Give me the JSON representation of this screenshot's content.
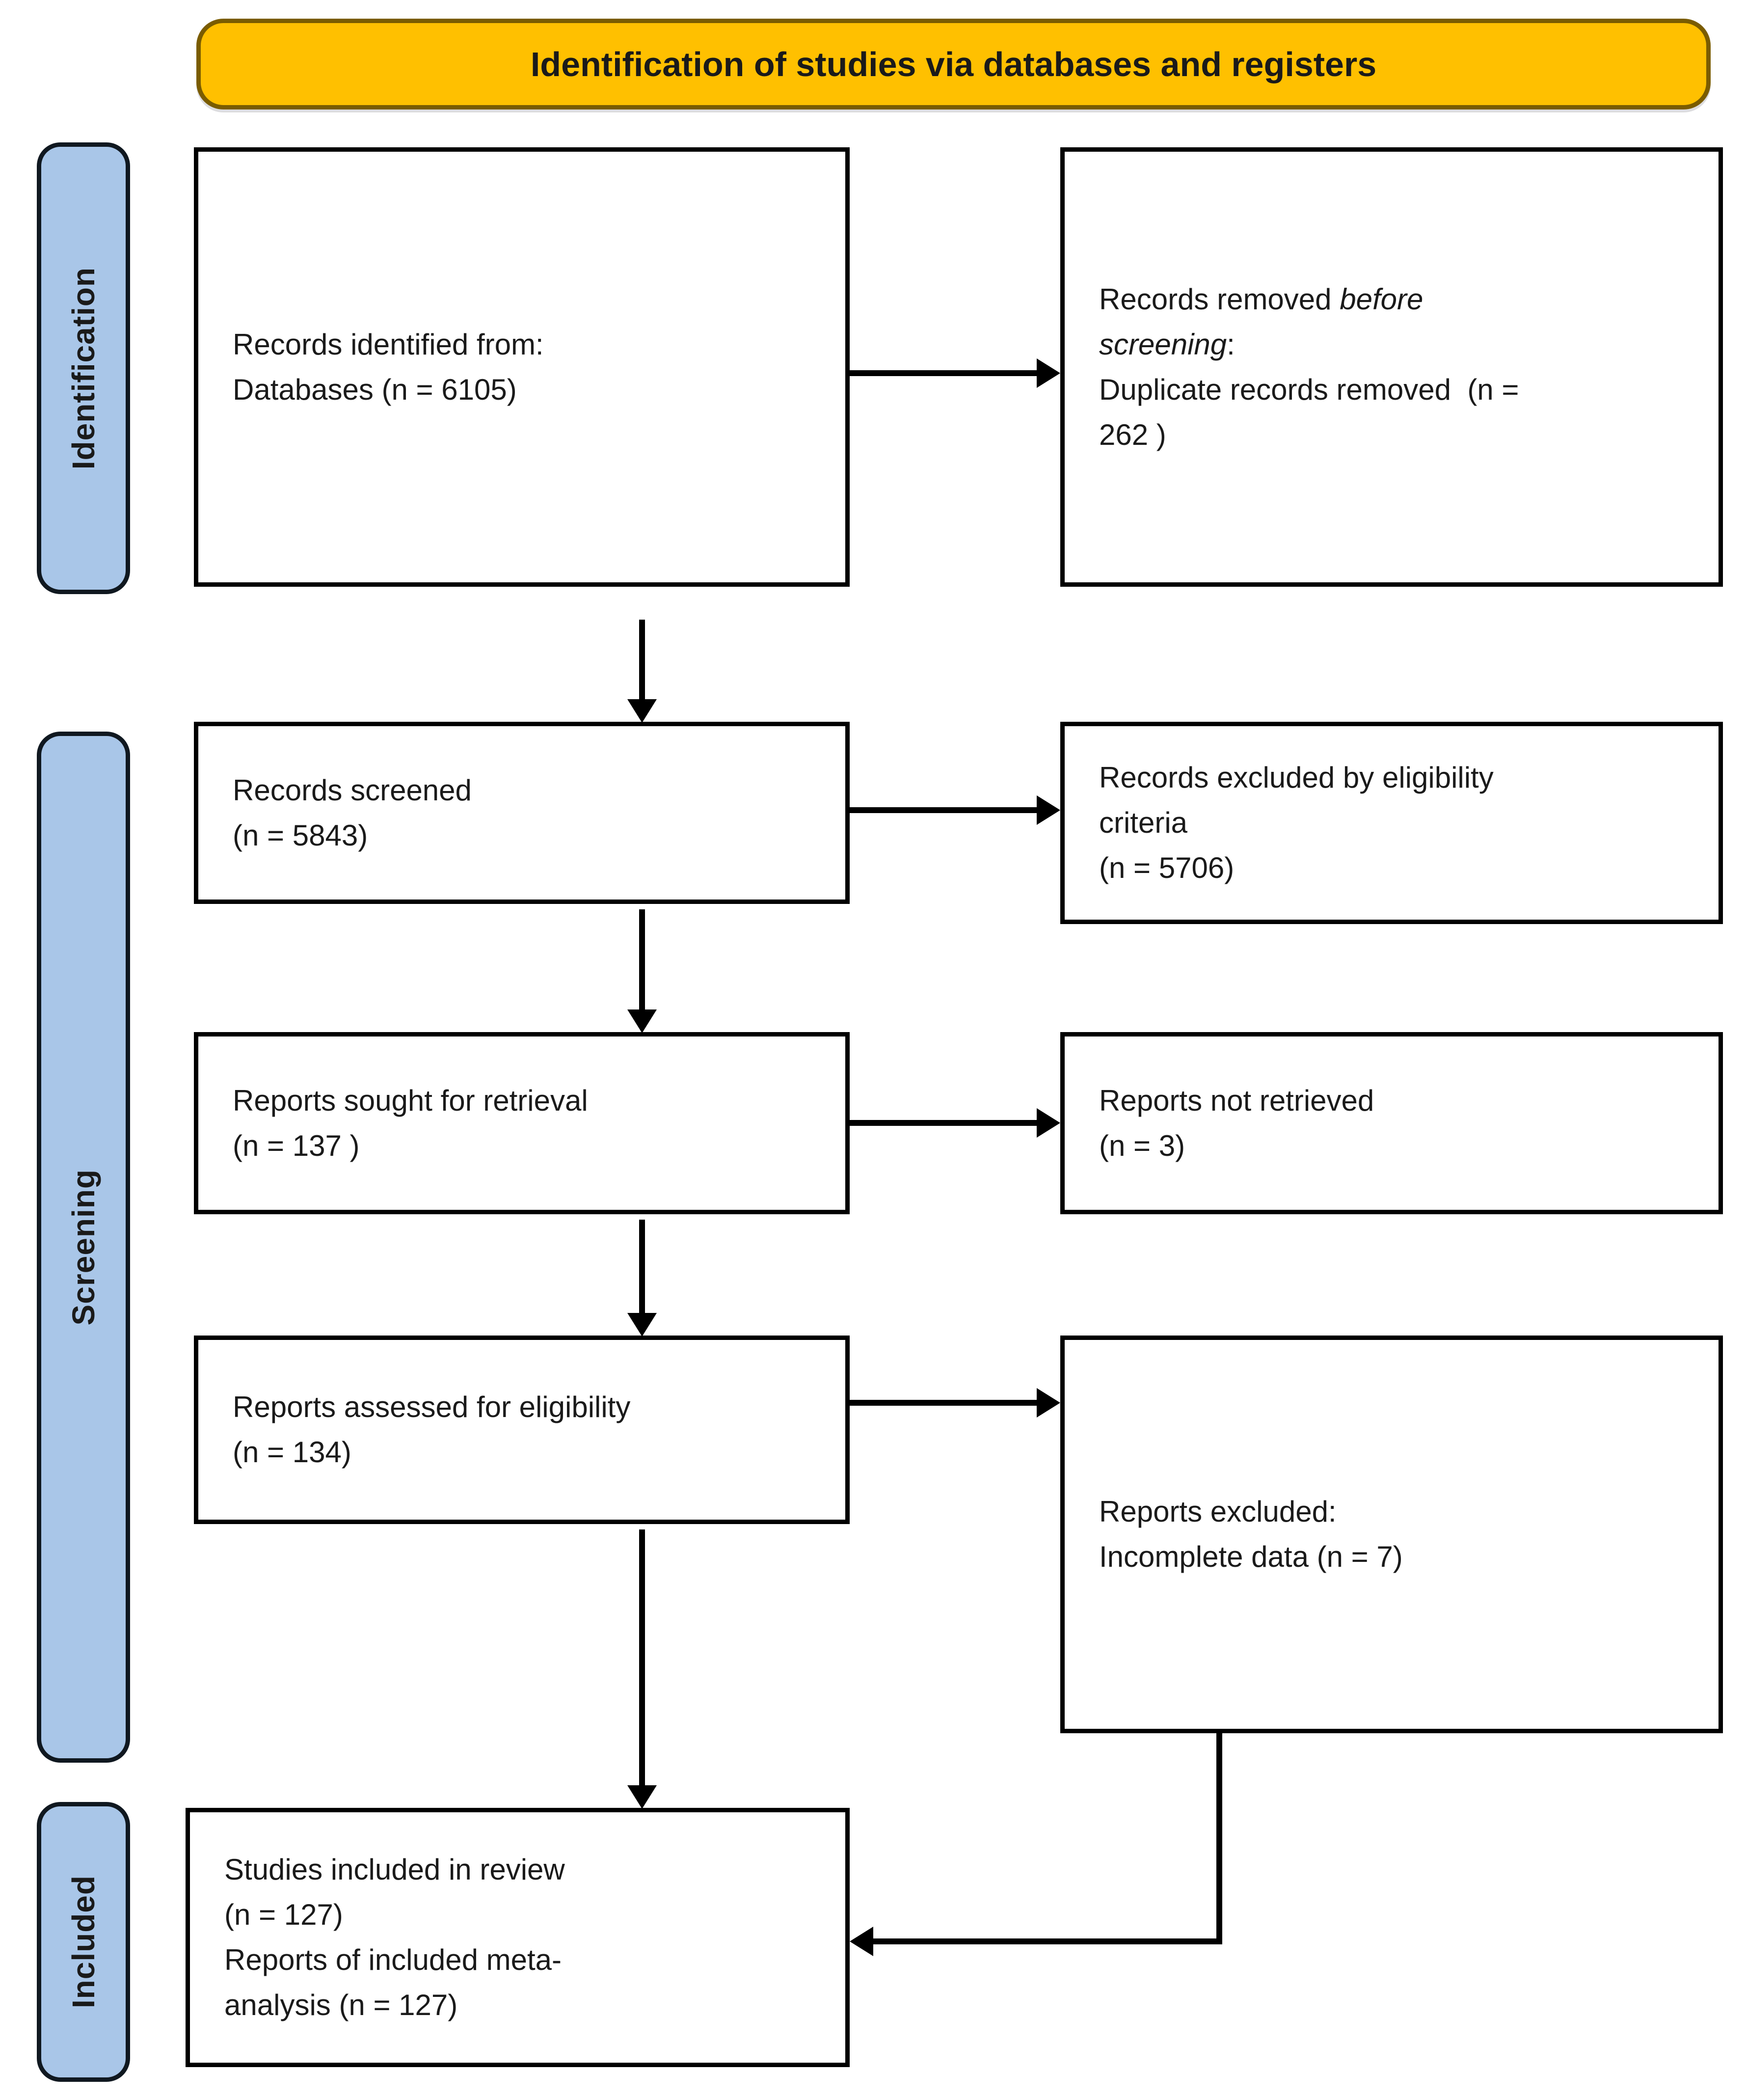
{
  "title": {
    "banner": "Identification of studies via databases and registers"
  },
  "stages": {
    "identification": "Identification",
    "screening": "Screening",
    "included": "Included"
  },
  "boxes": {
    "records_identified": {
      "line1": "Records identified from:",
      "line2": "Databases (n = 6105)"
    },
    "records_removed": {
      "line1_plain": "Records removed ",
      "line1_italic": "before",
      "line2_italic": "screening",
      "line2_plain": ":",
      "line3": "Duplicate records removed  (n =",
      "line4": "262 )"
    },
    "records_screened": {
      "line1": "Records screened",
      "line2": "(n = 5843)"
    },
    "records_excluded": {
      "line1": "Records excluded by eligibility",
      "line2": "criteria",
      "line3": "(n = 5706)"
    },
    "reports_sought": {
      "line1": "Reports sought for retrieval",
      "line2": "(n = 137 )"
    },
    "reports_not_retrieved": {
      "line1": "Reports not retrieved",
      "line2": "(n = 3)"
    },
    "reports_assessed": {
      "line1": "Reports assessed for eligibility",
      "line2": "(n = 134)"
    },
    "reports_excluded": {
      "line1": "Reports excluded:",
      "line2": "Incomplete data (n = 7)"
    },
    "studies_included": {
      "line1": "Studies included in review",
      "line2": "(n = 127)",
      "line3": "Reports of included meta-",
      "line4": "analysis (n = 127)"
    }
  },
  "colors": {
    "banner_bg": "#FFC000",
    "banner_border": "#7A5C00",
    "stage_bg": "#A9C6E8",
    "stage_border": "#101820",
    "box_border": "#000000",
    "arrow": "#000000",
    "text": "#1A1A1A",
    "background": "#FFFFFF"
  }
}
